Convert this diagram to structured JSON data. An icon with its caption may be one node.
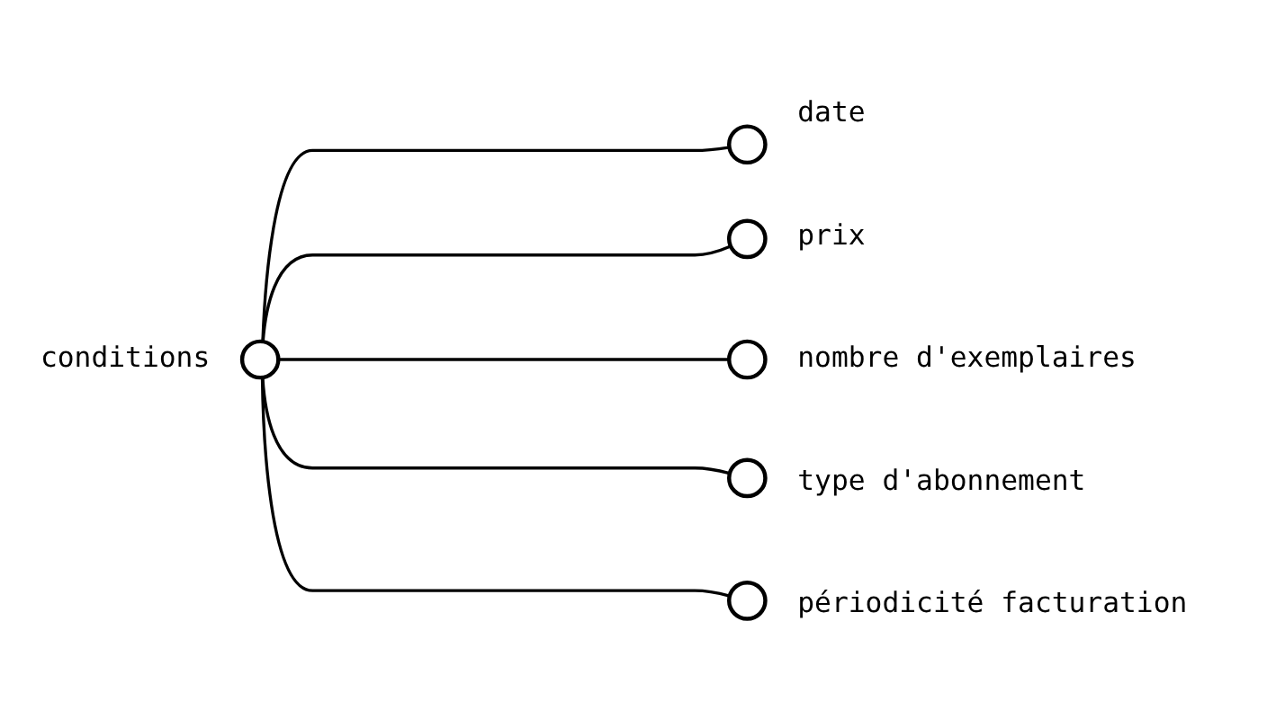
{
  "diagram": {
    "nodes": [
      {
        "text": [],
        "shape": "circle",
        "beside": [
          "date"
        ]
      },
      {
        "text": [],
        "shape": "circle",
        "beside": [
          "prix"
        ]
      },
      {
        "text": [],
        "shape": "circle",
        "beside": [
          "nombre d'exemplaires"
        ]
      },
      {
        "text": [],
        "shape": "circle",
        "beside": [
          "type d'abonnement"
        ]
      },
      {
        "text": [],
        "shape": "circle",
        "beside": [
          "conditions"
        ]
      },
      {
        "text": [],
        "shape": "circle",
        "beside": [
          "périodicité facturation"
        ]
      }
    ],
    "edges": [
      {
        "from": 4,
        "to": 0,
        "arrow": "none"
      },
      {
        "from": 4,
        "to": 1,
        "arrow": "none"
      },
      {
        "from": 4,
        "to": 2,
        "arrow": "none"
      },
      {
        "from": 4,
        "to": 3,
        "arrow": "none"
      },
      {
        "from": 4,
        "to": 5,
        "arrow": "none"
      }
    ]
  }
}
